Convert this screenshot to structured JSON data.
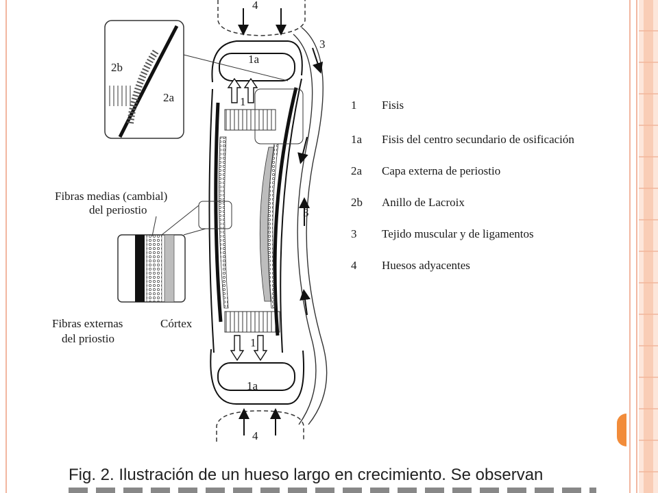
{
  "diagram": {
    "labels": {
      "adj_bone_top": "4",
      "adj_bone_bottom": "4",
      "secondary_top": "1a",
      "secondary_bottom": "1a",
      "physis_top": "1",
      "physis_bottom": "1",
      "muscle_top": "3",
      "muscle_mid": "3",
      "inset_2b": "2b",
      "inset_2a": "2a",
      "fibras_medias": "Fibras medias (cambial)",
      "fibras_medias_2": "del periostio",
      "fibras_externas": "Fibras externas",
      "fibras_externas_2": "del priostio",
      "cortex": "Córtex"
    }
  },
  "legend": {
    "items": [
      {
        "key": "1",
        "text": "Fisis"
      },
      {
        "key": "1a",
        "text": "Fisis del centro secundario de osificación"
      },
      {
        "key": "2a",
        "text": "Capa externa de periostio"
      },
      {
        "key": "2b",
        "text": "Anillo de Lacroix"
      },
      {
        "key": "3",
        "text": "Tejido muscular y de ligamentos"
      },
      {
        "key": "4",
        "text": "Huesos adyacentes"
      }
    ]
  },
  "caption": {
    "text": "Fig. 2.  Ilustración de un hueso largo en crecimiento. Se observan"
  },
  "colors": {
    "accent_tab": "#f28c3a",
    "frame": "#f2b6a0"
  }
}
